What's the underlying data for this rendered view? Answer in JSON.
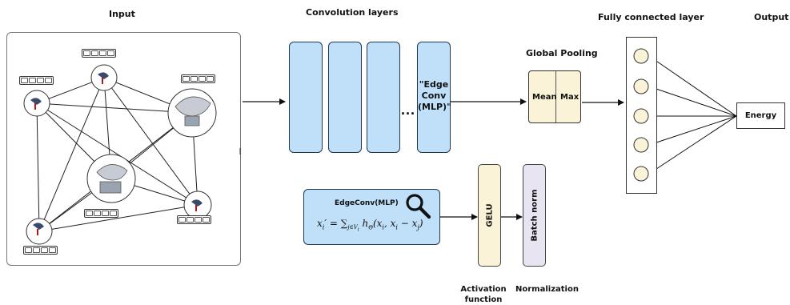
{
  "labels": {
    "input": "Input",
    "convolution_layers": "Convolution layers",
    "global_pooling": "Global Pooling",
    "fully_connected_layer": "Fully connected layer",
    "output": "Output",
    "activation_function": "Activation function",
    "normalization": "Normalization"
  },
  "conv_block": {
    "edgeconv_label": "\"Edge Conv (MLP)\"",
    "ellipsis": "..."
  },
  "pooling": {
    "left": "Mean",
    "right": "Max"
  },
  "output_box": {
    "label": "Energy"
  },
  "mlp_box": {
    "title": "EdgeConv(MLP)"
  },
  "activation": {
    "label": "GELU"
  },
  "normalization_layer": {
    "label": "Batch norm"
  },
  "colors": {
    "conv_fill": "#bfe0f8",
    "pool_fill": "#fbf3d7",
    "gelu_fill": "#fbf3d7",
    "batchnorm_fill": "#e9e4f1",
    "fc_node_fill": "#fbf3d7"
  },
  "icons": {
    "magnifier": "search-icon"
  }
}
